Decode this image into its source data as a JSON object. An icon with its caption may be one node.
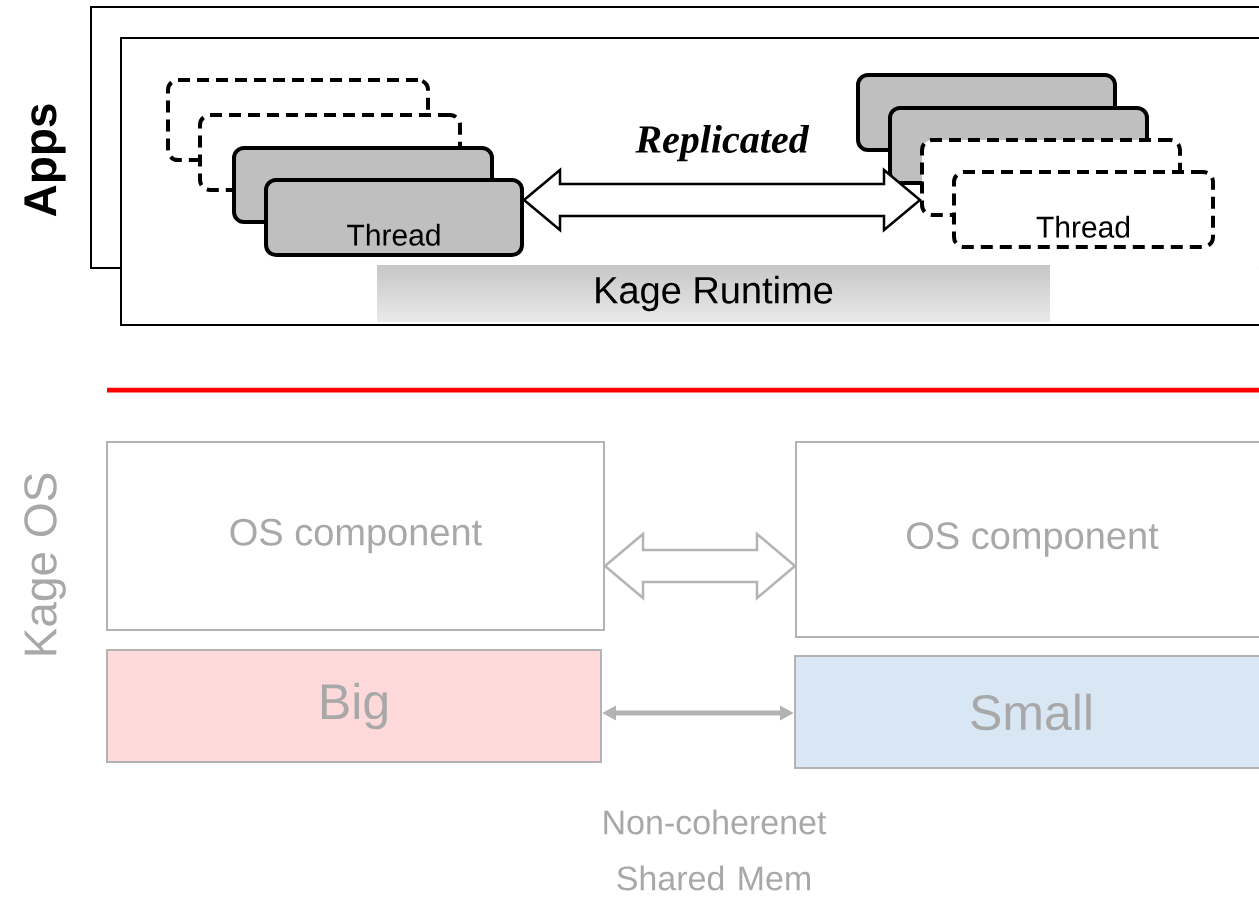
{
  "diagram": {
    "nodes": [
      {
        "text": [
          "Apps"
        ]
      },
      {
        "text": [],
        "shape": "box",
        "in": 0
      },
      {
        "text": [],
        "shape": "box",
        "in": 0
      },
      {
        "text": [],
        "shape": "box",
        "in": 0
      },
      {
        "text": [
          "Thread"
        ],
        "in": 0
      },
      {
        "text": [],
        "shape": "box",
        "in": 0
      },
      {
        "text": [],
        "shape": "box",
        "in": 0
      },
      {
        "text": [],
        "shape": "box",
        "in": 0
      },
      {
        "text": [
          "Thread"
        ],
        "in": 0
      },
      {
        "text": [
          "Kage Runtime"
        ],
        "in": 0
      },
      {
        "text": [
          "OS component"
        ]
      },
      {
        "text": [
          "OS component"
        ]
      },
      {
        "text": [
          "Big"
        ]
      },
      {
        "text": [
          "Small"
        ]
      }
    ],
    "edges": [
      {
        "from": 4,
        "to": 7,
        "arrow": "both",
        "label": "Replicated",
        "style": "thick",
        "color": "#000000"
      },
      {
        "from": 10,
        "to": 11,
        "arrow": "both",
        "style": "thick"
      },
      {
        "from": 12,
        "to": 13,
        "arrow": "both"
      }
    ],
    "labels": [
      "Kage OS",
      "Non-coherenet Shared Mem"
    ]
  }
}
